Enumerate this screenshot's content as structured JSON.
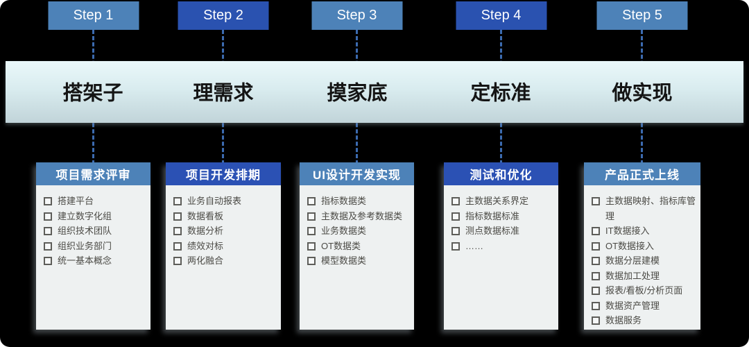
{
  "colors": {
    "canvas_background": "#000000",
    "step_light_blue": "#4d82b8",
    "step_dark_blue": "#2a52b0",
    "banner_gradient_top": "#eaf8fa",
    "banner_gradient_bottom": "#c1d4d9",
    "card_background": "#eef1f1",
    "card_header_light": "#4d82b8",
    "card_header_dark": "#2b51b4",
    "connector_blue": "#3c6bb0",
    "item_text": "#4b4a45",
    "banner_text": "#141414"
  },
  "columns": [
    {
      "step_label": "Step 1",
      "phase_label": "搭架子",
      "card_title": "项目需求评审",
      "items": [
        "搭建平台",
        "建立数字化组",
        "组织技术团队",
        "组织业务部门",
        "统一基本概念"
      ]
    },
    {
      "step_label": "Step 2",
      "phase_label": "理需求",
      "card_title": "项目开发排期",
      "items": [
        "业务自动报表",
        "数据看板",
        "数据分析",
        "绩效对标",
        "两化融合"
      ]
    },
    {
      "step_label": "Step 3",
      "phase_label": "摸家底",
      "card_title": "UI设计开发实现",
      "items": [
        "指标数据类",
        "主数据及参考数据类",
        "业务数据类",
        "OT数据类",
        "模型数据类"
      ]
    },
    {
      "step_label": "Step 4",
      "phase_label": "定标准",
      "card_title": "测试和优化",
      "items": [
        "主数据关系界定",
        "指标数据标准",
        "测点数据标准",
        "……"
      ]
    },
    {
      "step_label": "Step 5",
      "phase_label": "做实现",
      "card_title": "产品正式上线",
      "items": [
        "主数据映射、指标库管理",
        "IT数据接入",
        "OT数据接入",
        "数据分层建模",
        "数据加工处理",
        "报表/看板/分析页面",
        "数据资产管理",
        "数据服务"
      ]
    }
  ]
}
